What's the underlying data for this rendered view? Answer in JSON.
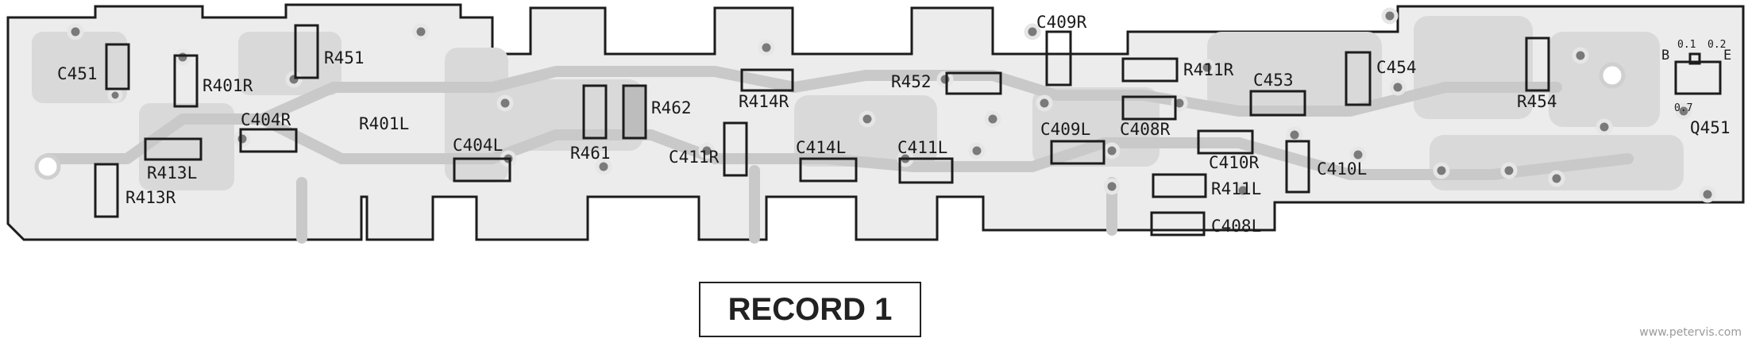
{
  "title": "RECORD 1",
  "credit": "www.petervis.com",
  "transistor": {
    "name": "Q451",
    "pin_b": "B",
    "pin_e": "E",
    "mark1": "0.1",
    "mark2": "0.2",
    "mark3": "0.7"
  },
  "colors": {
    "board": "#ececec",
    "trace": "#cfcfcf",
    "pad": "#7a7a7a",
    "outline": "#1c1c1c"
  },
  "components": [
    {
      "ref": "C451",
      "type": "capacitor",
      "orientation": "vertical"
    },
    {
      "ref": "R401R",
      "type": "resistor",
      "orientation": "vertical"
    },
    {
      "ref": "R451",
      "type": "resistor",
      "orientation": "vertical"
    },
    {
      "ref": "C404R",
      "type": "capacitor",
      "orientation": "horizontal"
    },
    {
      "ref": "R401L",
      "type": "resistor",
      "orientation": "horizontal"
    },
    {
      "ref": "R413L",
      "type": "resistor",
      "orientation": "horizontal"
    },
    {
      "ref": "R413R",
      "type": "resistor",
      "orientation": "vertical"
    },
    {
      "ref": "C404L",
      "type": "capacitor",
      "orientation": "horizontal"
    },
    {
      "ref": "R461",
      "type": "resistor",
      "orientation": "vertical"
    },
    {
      "ref": "R462",
      "type": "resistor",
      "orientation": "vertical"
    },
    {
      "ref": "R414R",
      "type": "resistor",
      "orientation": "horizontal"
    },
    {
      "ref": "C411R",
      "type": "capacitor",
      "orientation": "vertical"
    },
    {
      "ref": "C414L",
      "type": "capacitor",
      "orientation": "horizontal"
    },
    {
      "ref": "C411L",
      "type": "capacitor",
      "orientation": "horizontal"
    },
    {
      "ref": "R452",
      "type": "resistor",
      "orientation": "horizontal"
    },
    {
      "ref": "C409R",
      "type": "capacitor",
      "orientation": "vertical"
    },
    {
      "ref": "R411R",
      "type": "resistor",
      "orientation": "horizontal"
    },
    {
      "ref": "C409L",
      "type": "capacitor",
      "orientation": "horizontal"
    },
    {
      "ref": "C408R",
      "type": "capacitor",
      "orientation": "horizontal"
    },
    {
      "ref": "C453",
      "type": "capacitor",
      "orientation": "horizontal"
    },
    {
      "ref": "C410R",
      "type": "capacitor",
      "orientation": "horizontal"
    },
    {
      "ref": "R411L",
      "type": "resistor",
      "orientation": "horizontal"
    },
    {
      "ref": "C408L",
      "type": "capacitor",
      "orientation": "horizontal"
    },
    {
      "ref": "C410L",
      "type": "capacitor",
      "orientation": "vertical"
    },
    {
      "ref": "C454",
      "type": "capacitor",
      "orientation": "vertical"
    },
    {
      "ref": "R454",
      "type": "resistor",
      "orientation": "vertical"
    }
  ]
}
